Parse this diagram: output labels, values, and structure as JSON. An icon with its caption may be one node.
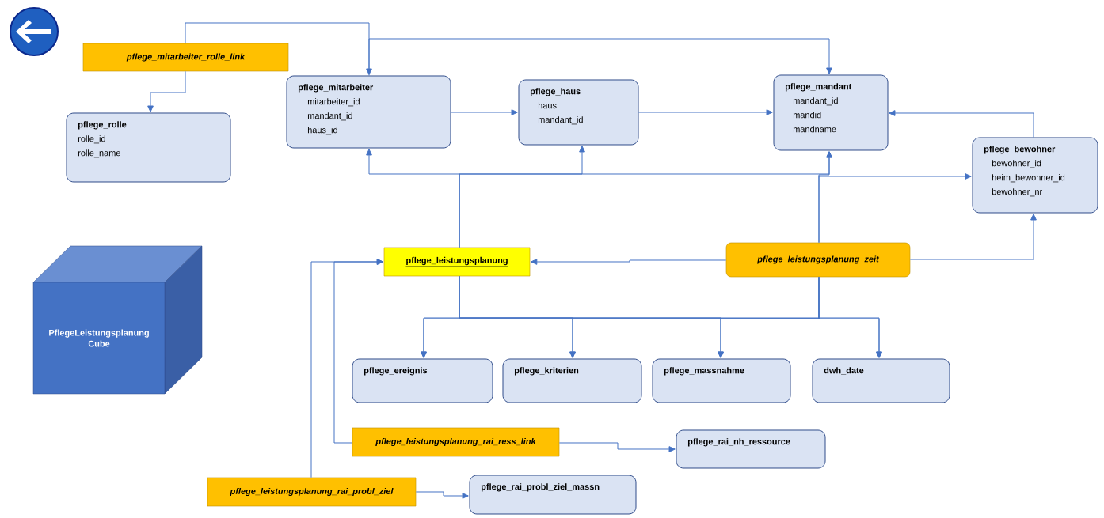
{
  "diagram": {
    "nodes": [
      {
        "text": [
          "pflege_mitarbeiter_rolle_link"
        ]
      },
      {
        "text": [
          "pflege_rolle",
          "rolle_id",
          "rolle_name"
        ]
      },
      {
        "text": [
          "pflege_mitarbeiter",
          "mitarbeiter_id",
          "mandant_id",
          "haus_id"
        ]
      },
      {
        "text": [
          "pflege_haus",
          "haus",
          "mandant_id"
        ]
      },
      {
        "text": [
          "pflege_mandant",
          "mandant_id",
          "mandid",
          "mandname"
        ]
      },
      {
        "text": [
          "pflege_bewohner",
          "bewohner_id",
          "heim_bewohner_id",
          "bewohner_nr"
        ]
      },
      {
        "text": [
          "pflege_leistungsplanung"
        ]
      },
      {
        "text": [
          "pflege_leistungsplanung_zeit"
        ]
      },
      {
        "text": [
          "PflegeLeistungsplanung Cube"
        ]
      },
      {
        "text": [
          "pflege_ereignis"
        ]
      },
      {
        "text": [
          "pflege_kriterien"
        ]
      },
      {
        "text": [
          "pflege_massnahme"
        ]
      },
      {
        "text": [
          "dwh_date"
        ]
      },
      {
        "text": [
          "pflege_leistungsplanung_rai_ress_link"
        ]
      },
      {
        "text": [
          "pflege_rai_nh_ressource"
        ]
      },
      {
        "text": [
          "pflege_leistungsplanung_rai_probl_ziel"
        ]
      },
      {
        "text": [
          "pflege_rai_probl_ziel_massn"
        ]
      }
    ],
    "edges": [
      {
        "from": 0,
        "to": 2,
        "arrow": "to"
      },
      {
        "from": 0,
        "to": 1,
        "arrow": "to"
      },
      {
        "from": 2,
        "to": 4,
        "arrow": "to"
      },
      {
        "from": 2,
        "to": 3,
        "arrow": "to"
      },
      {
        "from": 3,
        "to": 4,
        "arrow": "to"
      },
      {
        "from": 5,
        "to": 4,
        "arrow": "to"
      },
      {
        "from": 6,
        "to": 2,
        "arrow": "to"
      },
      {
        "from": 6,
        "to": 3,
        "arrow": "to"
      },
      {
        "from": 6,
        "to": 4,
        "arrow": "to"
      },
      {
        "from": 7,
        "to": 4,
        "arrow": "to"
      },
      {
        "from": 7,
        "to": 5,
        "arrow": "to"
      },
      {
        "from": 7,
        "to": 5,
        "arrow": "to"
      },
      {
        "from": 7,
        "to": 6,
        "arrow": "to"
      },
      {
        "from": 6,
        "to": 9,
        "arrow": "to"
      },
      {
        "from": 6,
        "to": 10,
        "arrow": "to"
      },
      {
        "from": 6,
        "to": 11,
        "arrow": "to"
      },
      {
        "from": 6,
        "to": 12,
        "arrow": "to"
      },
      {
        "from": 7,
        "to": 9,
        "arrow": "to"
      },
      {
        "from": 7,
        "to": 10,
        "arrow": "to"
      },
      {
        "from": 7,
        "to": 11,
        "arrow": "to"
      },
      {
        "from": 7,
        "to": 12,
        "arrow": "to"
      },
      {
        "from": 13,
        "to": 6,
        "arrow": "to"
      },
      {
        "from": 15,
        "to": 6,
        "arrow": "to"
      },
      {
        "from": 13,
        "to": 14,
        "arrow": "to"
      },
      {
        "from": 15,
        "to": 16,
        "arrow": "to"
      }
    ]
  }
}
